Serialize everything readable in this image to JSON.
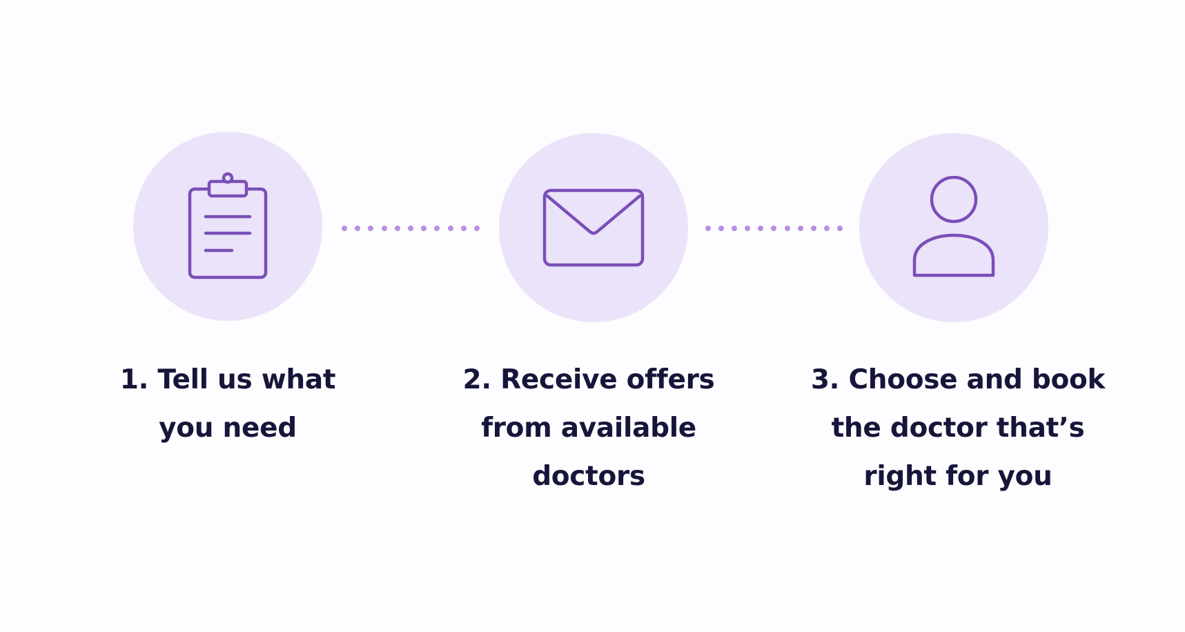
{
  "accent_color": "#7a4fb8",
  "circle_color": "#ebe3f9",
  "connector_color": "#b78fe0",
  "text_color": "#16163a",
  "steps": [
    {
      "icon": "clipboard-icon",
      "label": "1. Tell us what\nyou need"
    },
    {
      "icon": "envelope-icon",
      "label": "2. Receive offers\nfrom available\ndoctors"
    },
    {
      "icon": "user-icon",
      "label": "3. Choose and book\nthe doctor that’s\nright for you"
    }
  ]
}
